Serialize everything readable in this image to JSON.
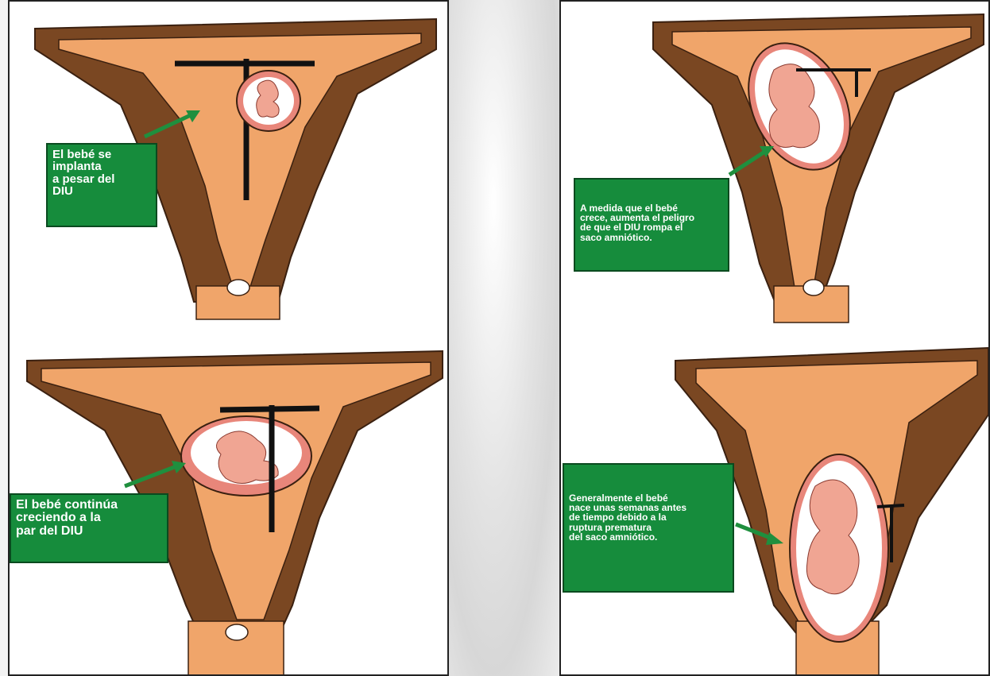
{
  "diagram": {
    "colors": {
      "tissue_dark": "#7a4722",
      "tissue_light": "#f0a56a",
      "sac_pink": "#e8867a",
      "baby_pink": "#f0a593",
      "label_green": "#168c3c",
      "arrow_green": "#1f8f3e",
      "iud_black": "#111111"
    },
    "panels": [
      {
        "label": "El bebé se\nimplanta\na pesar del\nDIU",
        "arrow_icon": "green-arrow-icon"
      },
      {
        "label": "El bebé continúa\ncreciendo a la\npar del DIU",
        "arrow_icon": "green-arrow-icon"
      },
      {
        "label": "A medida que el bebé\ncrece, aumenta el peligro\nde que el DIU rompa el\nsaco amniótico.",
        "arrow_icon": "green-arrow-icon"
      },
      {
        "label": "Generalmente el bebé\nnace unas semanas antes\nde tiempo debido a la\nruptura prematura\ndel saco amniótico.",
        "arrow_icon": "green-arrow-icon"
      }
    ]
  }
}
